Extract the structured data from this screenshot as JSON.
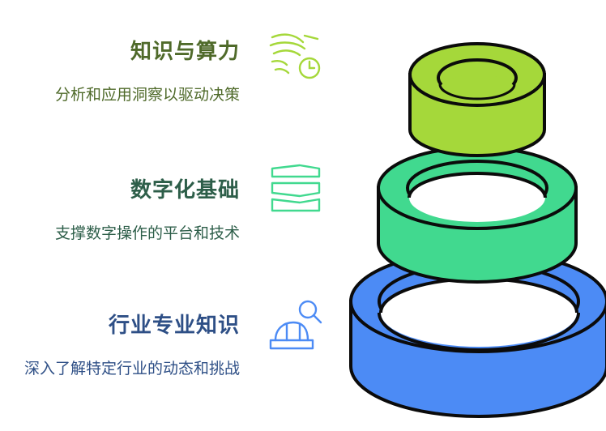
{
  "layers": [
    {
      "title": "知识与算力",
      "subtitle": "分析和应用洞察以驱动决策",
      "icon": "knowledge-compute-icon",
      "title_color": "#4f6a2a",
      "subtitle_color": "#4f6a2a",
      "ring_color": "#a5d83a"
    },
    {
      "title": "数字化基础",
      "subtitle": "支撑数字操作的平台和技术",
      "icon": "stacked-layers-icon",
      "title_color": "#2d5e49",
      "subtitle_color": "#2d5e49",
      "ring_color": "#41d98f"
    },
    {
      "title": "行业专业知识",
      "subtitle": "深入了解特定行业的动态和挑战",
      "icon": "hardhat-search-icon",
      "title_color": "#2e4f86",
      "subtitle_color": "#2e4f86",
      "ring_color": "#4c8bf5"
    }
  ]
}
